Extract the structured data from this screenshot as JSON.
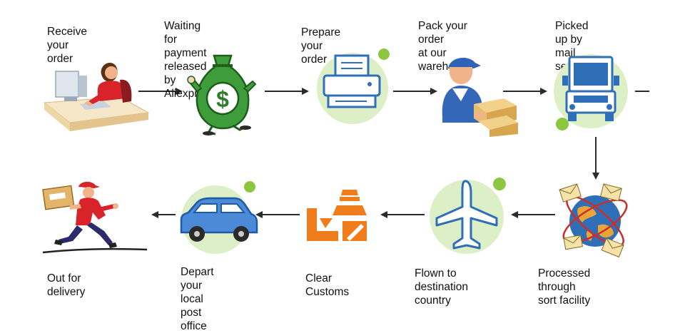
{
  "steps": [
    {
      "id": "receive",
      "label": "Receive your order",
      "icon": "office-worker-at-computer-icon"
    },
    {
      "id": "payment",
      "label": "Waiting for payment\nreleased by Aliexpress",
      "icon": "money-bag-icon"
    },
    {
      "id": "prepare",
      "label": "Prepare your order",
      "icon": "printer-icon"
    },
    {
      "id": "pack",
      "label": "Pack your order\nat our warehouse",
      "icon": "warehouse-worker-with-boxes-icon"
    },
    {
      "id": "pickup",
      "label": "Picked up by\nmail service",
      "icon": "mail-truck-icon"
    },
    {
      "id": "sort",
      "label": "Processed through\nsort facility",
      "icon": "globe-with-envelopes-icon"
    },
    {
      "id": "flown",
      "label": "Flown to destination\ncountry",
      "icon": "airplane-icon"
    },
    {
      "id": "customs",
      "label": "Clear Customs",
      "icon": "customs-officer-icon"
    },
    {
      "id": "depart",
      "label": "Depart your\nlocal post office",
      "icon": "car-icon"
    },
    {
      "id": "delivery",
      "label": "Out for delivery",
      "icon": "courier-running-icon"
    }
  ],
  "colors": {
    "accent_green": "#8dc63f",
    "pale_green": "#dcefc6",
    "icon_blue": "#2e6fb7",
    "customs_orange": "#f07d1c",
    "arrow": "#2b2b2b"
  }
}
